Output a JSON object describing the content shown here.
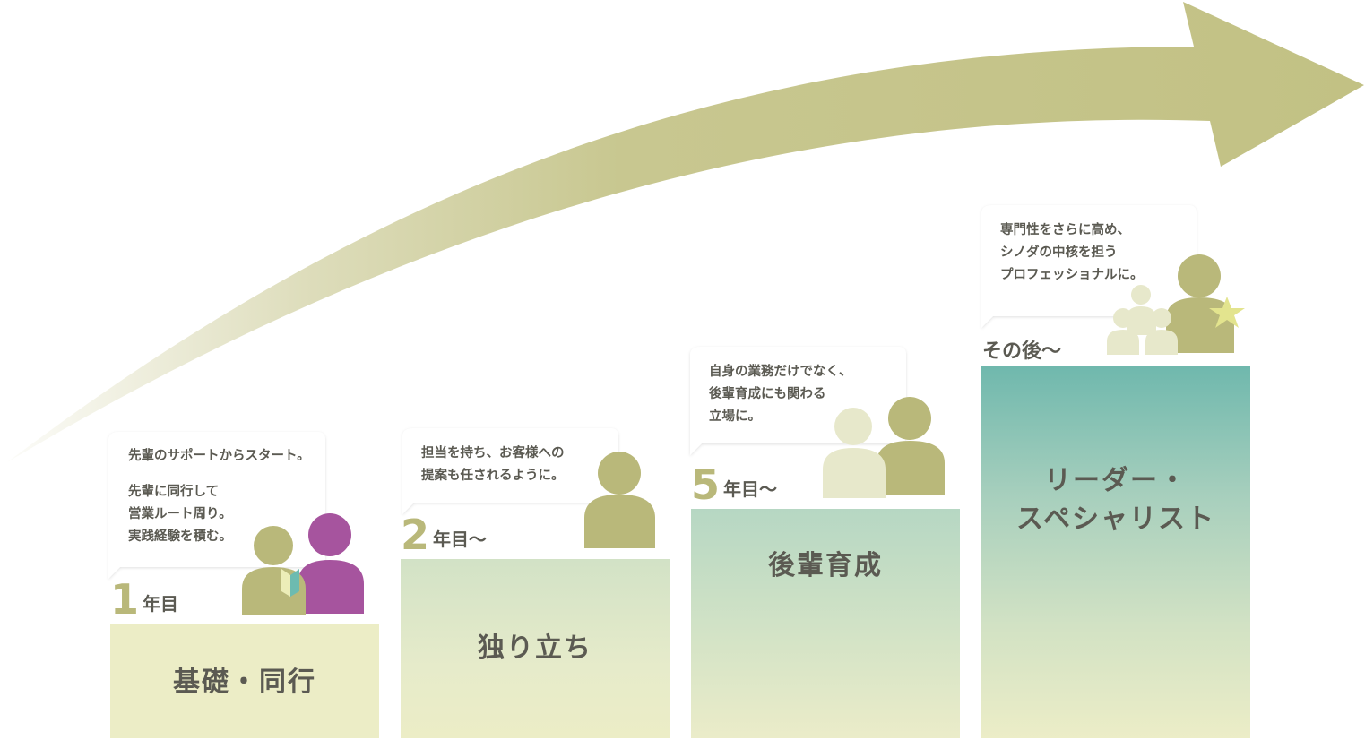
{
  "stages": [
    {
      "year_number": "1",
      "year_label": "年目",
      "title": "基礎・同行",
      "bubble_lead": "先輩のサポートからスタート。",
      "bubble_body": "先輩に同行して\n営業ルート周り。\n実践経験を積む。"
    },
    {
      "year_number": "2",
      "year_label": "年目～",
      "title": "独り立ち",
      "bubble_body": "担当を持ち、お客様への\n提案も任されるように。"
    },
    {
      "year_number": "5",
      "year_label": "年目～",
      "title": "後輩育成",
      "bubble_body": "自身の業務だけでなく、\n後輩育成にも関わる\n立場に。"
    },
    {
      "year_label": "その後～",
      "title": "リーダー・\nスペシャリスト",
      "bubble_body": "専門性をさらに高め、\nシノダの中核を担う\nプロフェッショナルに。"
    }
  ],
  "colors": {
    "arrow": "#c2c184",
    "person_olive": "#b9b87a",
    "person_light": "#e7e8cb",
    "person_purple": "#a6549e",
    "star": "#e3e48e",
    "text": "#5b5a52"
  },
  "icons": [
    "growth-arrow-icon",
    "person-icon",
    "beginner-badge-icon",
    "star-icon"
  ]
}
